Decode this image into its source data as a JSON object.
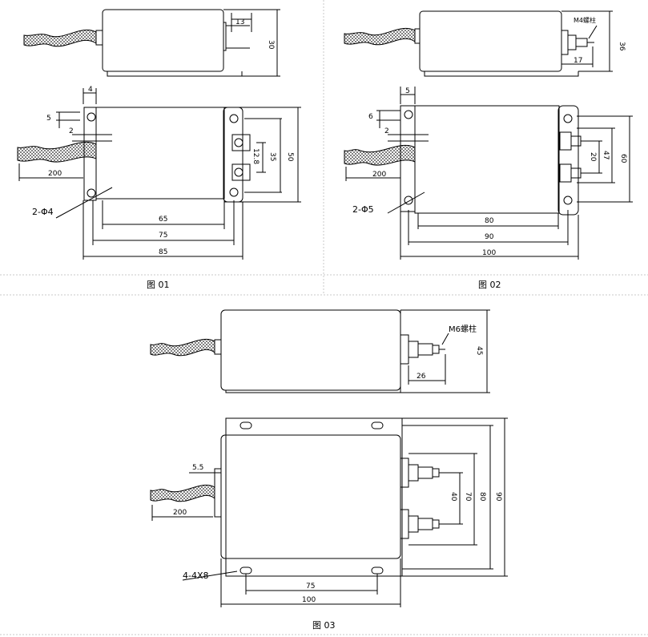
{
  "figures": {
    "fig01": {
      "caption": "图 01",
      "dims": {
        "tab_h": "13",
        "height": "30",
        "hole_w": "4",
        "hole_off": "5",
        "lead_off": "2",
        "terminal_pitch": "12.8",
        "terminal_span": "35",
        "overall_h": "50",
        "wire_len": "200",
        "holes": "2-Φ4",
        "w65": "65",
        "w75": "75",
        "w85": "85"
      }
    },
    "fig02": {
      "caption": "图 02",
      "dims": {
        "stud": "M4螺柱",
        "height": "36",
        "stud_len": "17",
        "hole_w": "5",
        "hole_off": "6",
        "lead_off": "2",
        "wire_len": "200",
        "holes": "2-Φ5",
        "p20": "20",
        "p47": "47",
        "p60": "60",
        "w80": "80",
        "w90": "90",
        "w100": "100"
      }
    },
    "fig03": {
      "caption": "图 03",
      "dims": {
        "stud": "M6螺柱",
        "height": "45",
        "stud_len": "26",
        "lead_off": "5.5",
        "wire_len": "200",
        "slots": "4-4X8",
        "p40": "40",
        "p70": "70",
        "p80": "80",
        "p90": "90",
        "w75": "75",
        "w100": "100"
      }
    }
  }
}
